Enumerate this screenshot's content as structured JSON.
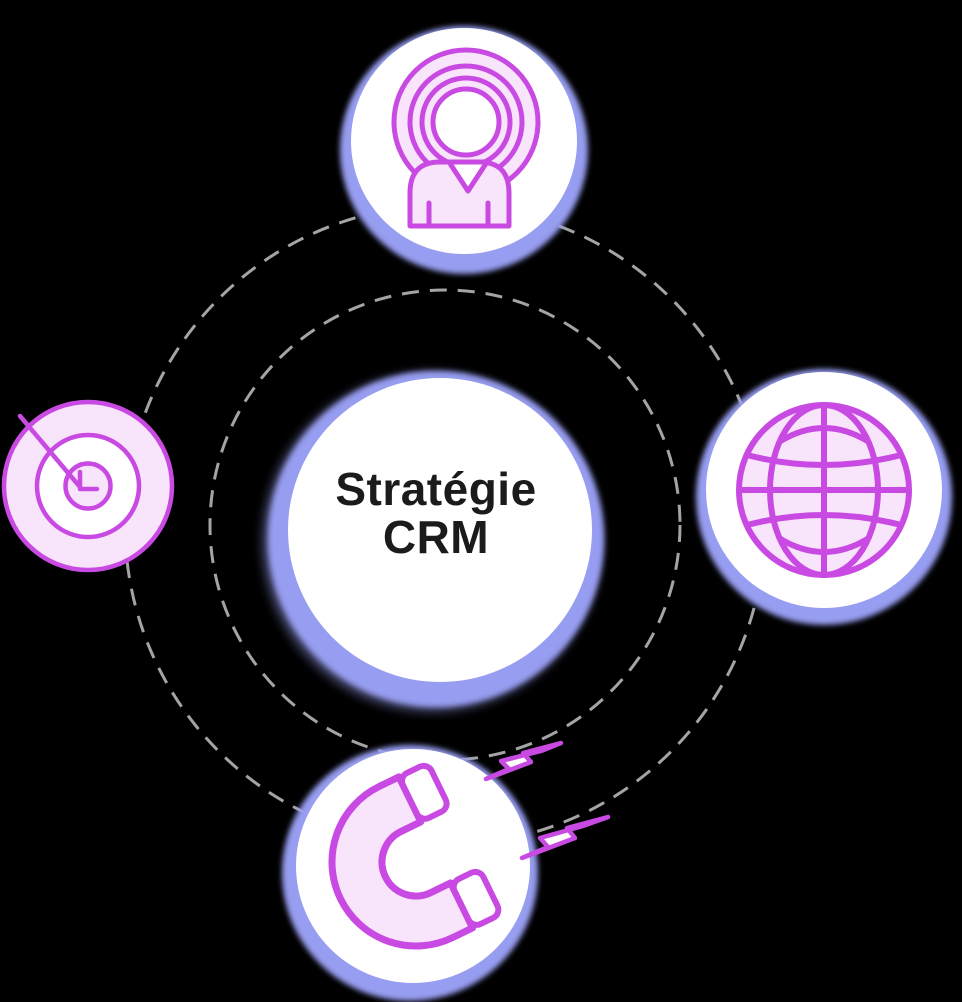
{
  "page": {
    "background": "#000000"
  },
  "diagram": {
    "center_node": {
      "label_line1": "Stratégie",
      "label_line2": "CRM"
    },
    "orbits": [
      {
        "name": "inner-orbit",
        "style": "dashed"
      },
      {
        "name": "outer-orbit",
        "style": "dashed"
      }
    ],
    "nodes": [
      {
        "name": "audience-node",
        "icon": "person-broadcast-icon",
        "position": "top"
      },
      {
        "name": "globe-node",
        "icon": "globe-icon",
        "position": "right"
      },
      {
        "name": "magnet-node",
        "icon": "magnet-icon",
        "position": "bottom",
        "decorations": [
          "lightning-bolt-icon",
          "lightning-bolt-icon"
        ]
      },
      {
        "name": "target-node",
        "icon": "target-arrow-icon",
        "position": "left"
      }
    ],
    "colors": {
      "accent_stroke": "#c94ae2",
      "icon_fill": "#f8e5fb",
      "halo": "#979df0",
      "node_bg": "#ffffff",
      "orbit_stroke": "#b2b2b2",
      "text": "#1b1b1d"
    }
  }
}
